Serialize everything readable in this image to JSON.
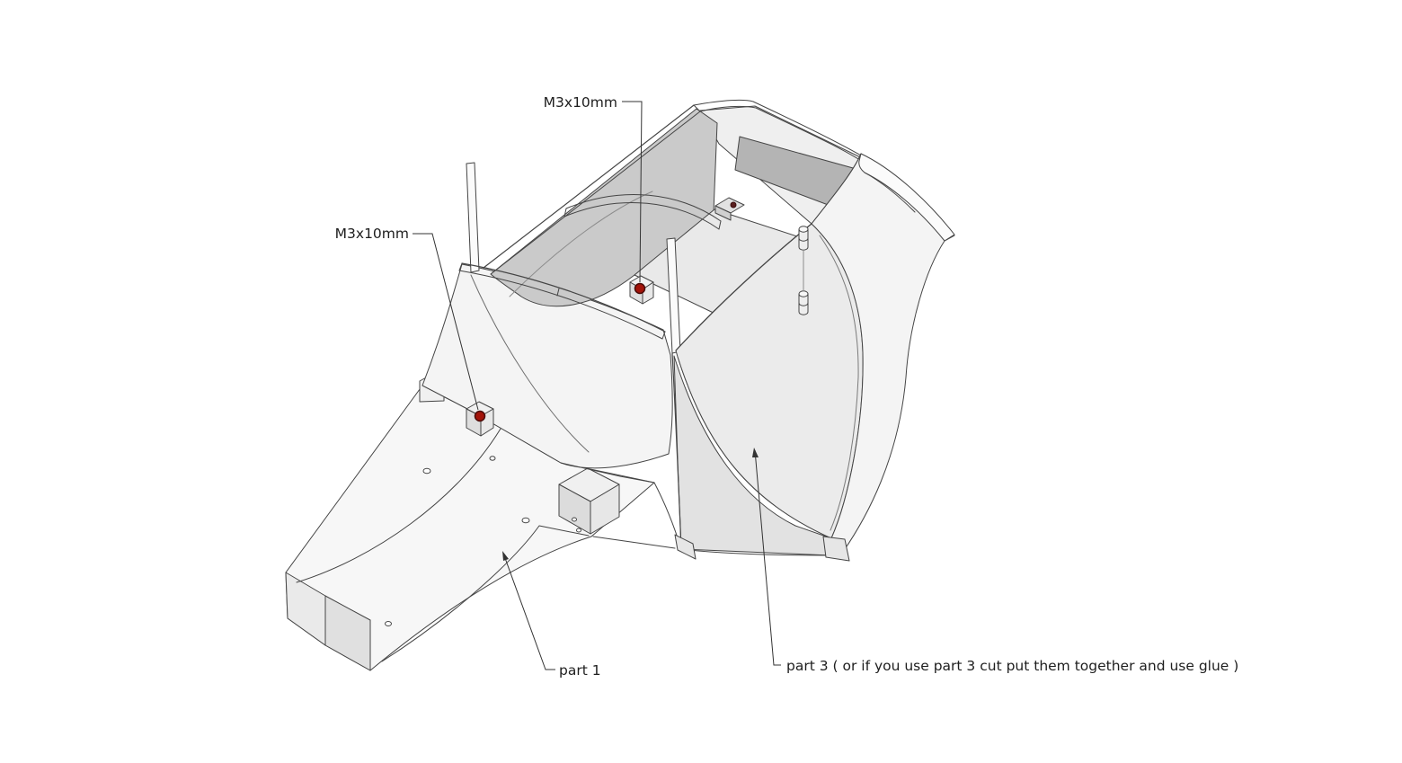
{
  "page": {
    "background": "#ffffff"
  },
  "labels": {
    "screw_top": "M3x10mm",
    "screw_left": "M3x10mm",
    "part1": "part 1",
    "part3": "part 3 ( or if you use part 3 cut put them together and use glue )"
  },
  "colors": {
    "screw_red": "#a31309",
    "line": "#454545",
    "label_text": "#1e1e1e"
  }
}
